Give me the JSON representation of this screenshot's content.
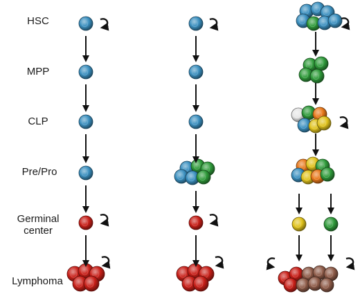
{
  "stages": [
    {
      "label": "HSC"
    },
    {
      "label": "MPP"
    },
    {
      "label": "CLP"
    },
    {
      "label": "Pre/Pro"
    },
    {
      "label": "Germinal\ncenter"
    },
    {
      "label": "Lymphoma"
    }
  ],
  "colors": {
    "blue": "#3a8fbf",
    "green": "#2f9a3a",
    "red": "#c81f18",
    "yellow": "#e0c21c",
    "orange": "#e8781a",
    "white": "#e6e6e6",
    "brown": "#8e5b48",
    "arrow": "#111111"
  }
}
